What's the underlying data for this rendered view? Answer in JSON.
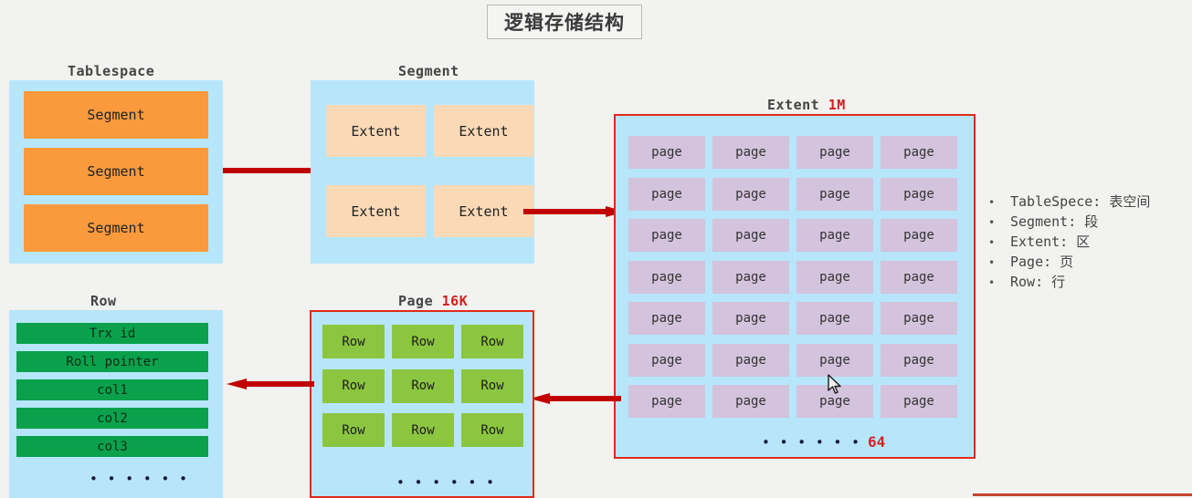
{
  "title": "逻辑存储结构",
  "sections": {
    "tablespace": {
      "caption": "Tablespace",
      "items": [
        "Segment",
        "Segment",
        "Segment"
      ]
    },
    "segment": {
      "caption": "Segment",
      "items": [
        "Extent",
        "Extent",
        "Extent",
        "Extent"
      ]
    },
    "extent": {
      "caption": "Extent",
      "size": "1M",
      "page_label": "page",
      "rows": 7,
      "cols": 4,
      "ellipsis": "• • • • • •",
      "count": "64"
    },
    "page": {
      "caption": "Page",
      "size": "16K",
      "row_label": "Row",
      "rows": 3,
      "cols": 3,
      "ellipsis": "• • • • • •"
    },
    "row": {
      "caption": "Row",
      "items": [
        "Trx id",
        "Roll pointer",
        "col1",
        "col2",
        "col3"
      ],
      "ellipsis": "• • • • • •"
    }
  },
  "legend": [
    {
      "bullet": "•",
      "text": "TableSpece: 表空间"
    },
    {
      "bullet": "•",
      "text": "Segment: 段"
    },
    {
      "bullet": "•",
      "text": "Extent: 区"
    },
    {
      "bullet": "•",
      "text": "Page: 页"
    },
    {
      "bullet": "•",
      "text": "Row: 行"
    }
  ],
  "colors": {
    "panel_blue": "#b7e6fb",
    "segment_orange": "#fa9a3c",
    "extent_peach": "#fbd9b6",
    "page_purple": "#d3c3dc",
    "row_green": "#8cc641",
    "row_dark_green": "#0ba14c",
    "arrow_red": "#c00000",
    "accent_red": "#e02a18",
    "background": "#f2f2f0"
  },
  "arrows": {
    "tablespace_to_segment": "right",
    "segment_to_extent": "right",
    "extent_to_page": "left",
    "page_to_row": "left"
  }
}
